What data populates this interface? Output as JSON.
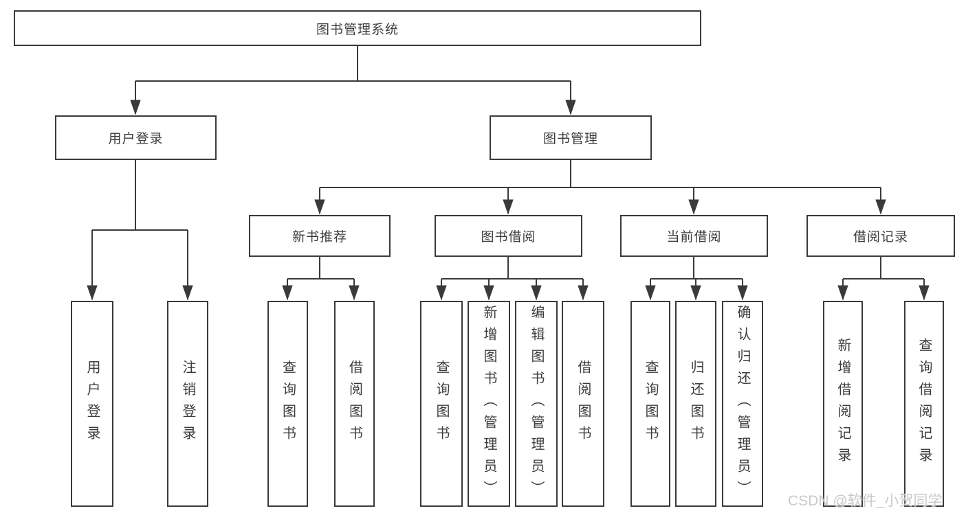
{
  "colors": {
    "line": "#3a3a3a",
    "text": "#3c3c3c",
    "box_fill": "#ffffff",
    "watermark": "#c6c6c6"
  },
  "diagram": {
    "root": {
      "label": "图书管理系统"
    },
    "branches": [
      {
        "label": "用户登录",
        "children": [
          {
            "label": "用户登录"
          },
          {
            "label": "注销登录"
          }
        ]
      },
      {
        "label": "图书管理",
        "modules": [
          {
            "label": "新书推荐",
            "children": [
              {
                "label": "查询图书"
              },
              {
                "label": "借阅图书"
              }
            ]
          },
          {
            "label": "图书借阅",
            "children": [
              {
                "label": "查询图书"
              },
              {
                "label": "新增图书（管理员）"
              },
              {
                "label": "编辑图书（管理员）"
              },
              {
                "label": "借阅图书"
              }
            ]
          },
          {
            "label": "当前借阅",
            "children": [
              {
                "label": "查询图书"
              },
              {
                "label": "归还图书"
              },
              {
                "label": "确认归还（管理员）"
              }
            ]
          },
          {
            "label": "借阅记录",
            "children": [
              {
                "label": "新增借阅记录"
              },
              {
                "label": "查询借阅记录"
              }
            ]
          }
        ]
      }
    ]
  },
  "watermark": {
    "text": "CSDN @软件_小贺同学"
  }
}
